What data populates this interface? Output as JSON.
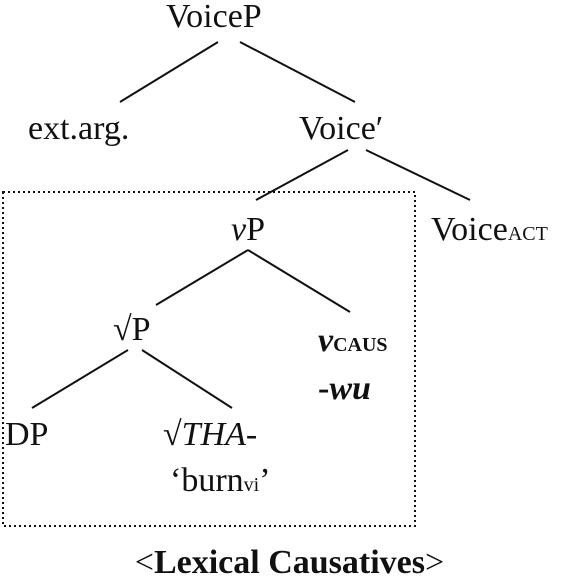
{
  "tree": {
    "voicep": "VoiceP",
    "ext_arg": "ext.arg.",
    "voice_bar": "Voice′",
    "voice_act_base": "Voice",
    "voice_act_sub": "ACT",
    "vp_v": "v",
    "vp_p": "P",
    "rootp": "√P",
    "v_caus_base": "v",
    "v_caus_sub": "CAUS",
    "wu_hyphen": "-",
    "wu": "wu",
    "dp": "DP",
    "tha_root": "√",
    "tha_it": "THA",
    "tha_hyphen": "-",
    "gloss_open": "‘burn",
    "gloss_sub": "vi",
    "gloss_close": "’"
  },
  "caption": {
    "open": "<",
    "text": "Lexical Causatives",
    "close": ">"
  }
}
